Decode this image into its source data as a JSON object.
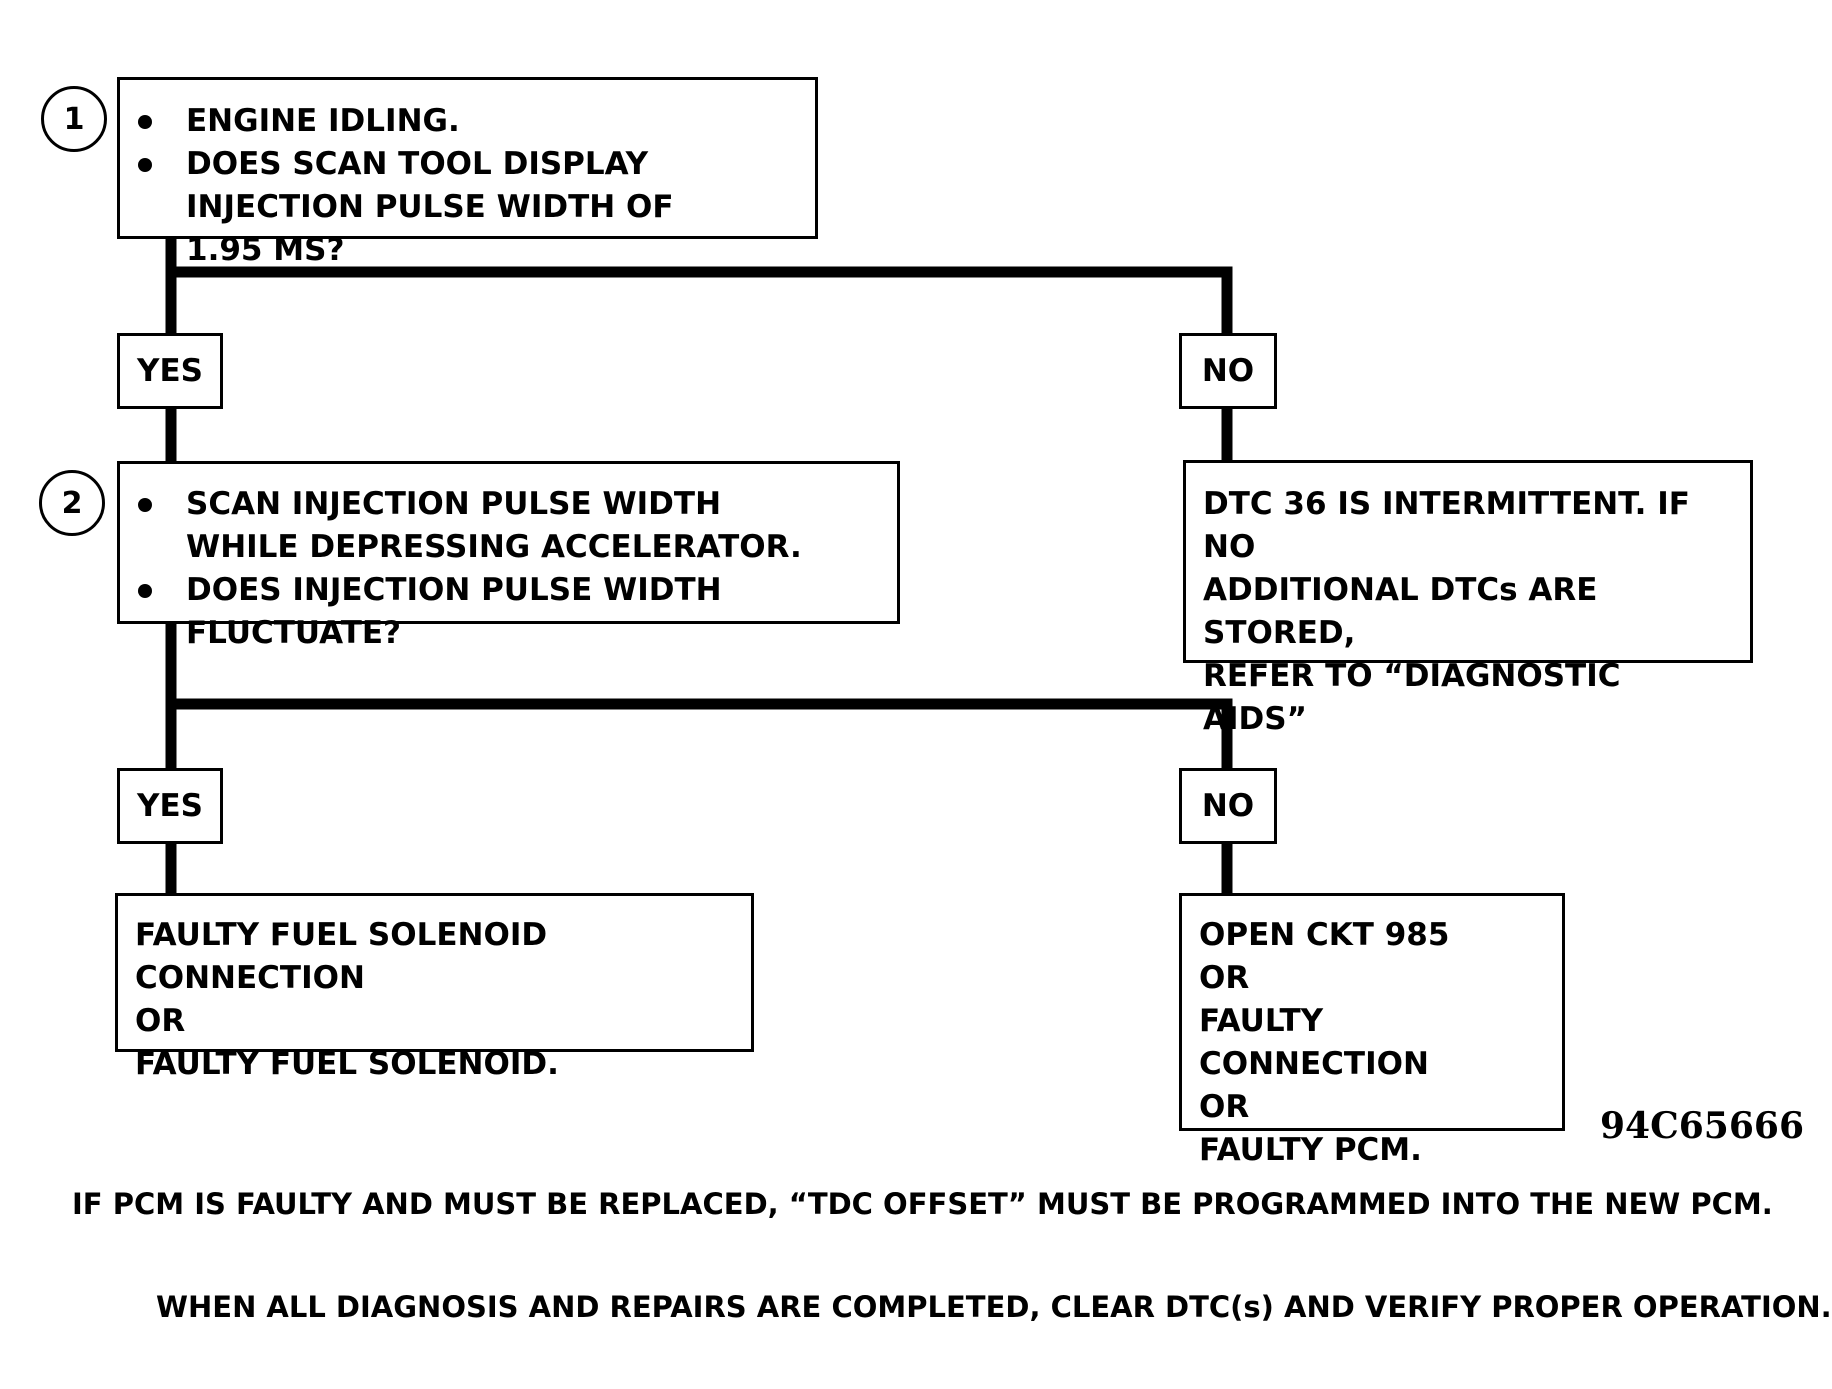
{
  "step1": {
    "number": "1",
    "bullets": [
      "ENGINE IDLING.",
      "DOES SCAN TOOL DISPLAY INJECTION PULSE WIDTH OF 1.95 MS?"
    ]
  },
  "step1_yes": "YES",
  "step1_no": "NO",
  "step1_no_result": {
    "lines": [
      "DTC 36 IS INTERMITTENT.  IF NO",
      "ADDITIONAL DTCs ARE STORED,",
      "REFER TO “DIAGNOSTIC AIDS”"
    ]
  },
  "step2": {
    "number": "2",
    "bullets": [
      "SCAN INJECTION PULSE WIDTH WHILE DEPRESSING ACCELERATOR.",
      "DOES INJECTION PULSE WIDTH FLUCTUATE?"
    ]
  },
  "step2_yes": "YES",
  "step2_no": "NO",
  "step2_yes_result": {
    "lines": [
      "FAULTY FUEL SOLENOID CONNECTION",
      "OR",
      "FAULTY FUEL SOLENOID."
    ]
  },
  "step2_no_result": {
    "lines": [
      "OPEN CKT 985",
      "OR",
      "FAULTY CONNECTION",
      "OR",
      "FAULTY PCM."
    ]
  },
  "figure_ref": "94C65666",
  "notes": [
    "IF PCM IS FAULTY AND MUST BE REPLACED, “TDC OFFSET” MUST BE PROGRAMMED INTO THE NEW PCM.",
    "WHEN ALL DIAGNOSIS AND REPAIRS ARE COMPLETED, CLEAR DTC(s) AND VERIFY PROPER OPERATION."
  ]
}
